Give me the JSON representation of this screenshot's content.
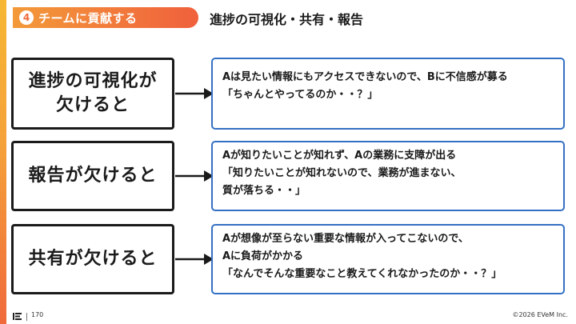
{
  "header": {
    "section_number": "4",
    "section_title": "チームに貢献する",
    "page_title": "進捗の可視化・共有・報告"
  },
  "rows": [
    {
      "left_lines": [
        "進捗の可視化が",
        "欠けると"
      ],
      "right_lines": [
        "Aは見たい情報にもアクセスできないので、Bに不信感が募る",
        "「ちゃんとやってるのか・・？」"
      ]
    },
    {
      "left_lines": [
        "報告が欠けると"
      ],
      "right_lines": [
        "Aが知りたいことが知れず、Aの業務に支障が出る",
        "「知りたいことが知れないので、業務が進まない、",
        "質が落ちる・・」"
      ]
    },
    {
      "left_lines": [
        "共有が欠けると"
      ],
      "right_lines": [
        "Aが想像が至らない重要な情報が入ってこないので、",
        "Aに負荷がかかる",
        "「なんでそんな重要なこと教えてくれなかったのか・・？」"
      ]
    }
  ],
  "footer": {
    "page_number": "170",
    "copyright": "©2026 EVeM Inc."
  },
  "colors": {
    "accent_orange": "#f06a3b",
    "accent_yellow": "#f7b733",
    "box_blue": "#3470c4",
    "box_black": "#1a1a1a"
  }
}
